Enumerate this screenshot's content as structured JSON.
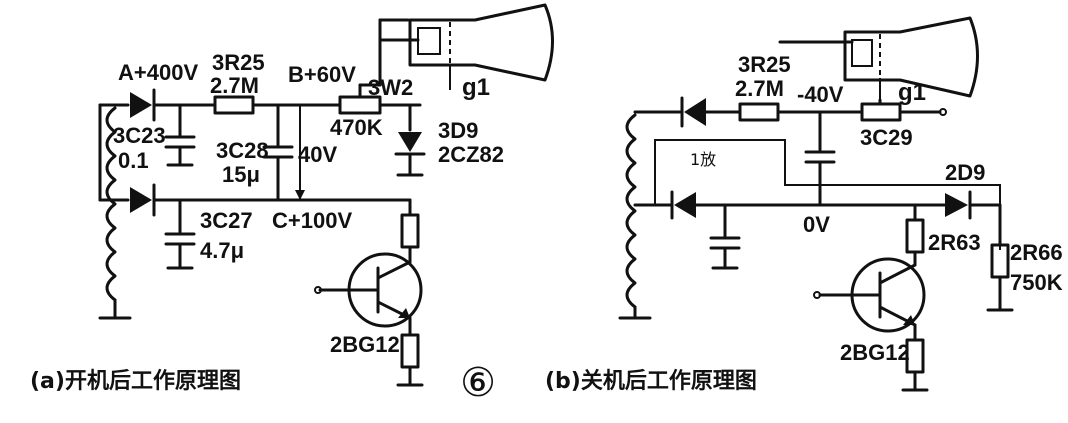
{
  "circuit_a": {
    "caption": "(a)开机后工作原理图",
    "node_a": "A+400V",
    "node_b": "B+60V",
    "node_c": "C+100V",
    "r25_name": "3R25",
    "r25_value": "2.7M",
    "w2_name": "3W2",
    "w2_value": "470K",
    "c23_name": "3C23",
    "c23_value": "0.1",
    "c28_name": "3C28",
    "c28_value": "15μ",
    "c28_voltage": "40V",
    "c27_name": "3C27",
    "c27_value": "4.7μ",
    "d9_name": "3D9",
    "d9_value": "2CZ82",
    "crt_label": "g1",
    "transistor": "2BG12"
  },
  "circuit_b": {
    "caption": "(b)关机后工作原理图",
    "r25_name": "3R25",
    "r25_value": "2.7M",
    "node_neg": "-40V",
    "node_zero": "0V",
    "crt_label": "g1",
    "c29_name": "3C29",
    "discharge_label": "1放",
    "d9_name": "2D9",
    "r63_name": "2R63",
    "r66_name": "2R66",
    "r66_value": "750K",
    "transistor": "2BG12"
  },
  "figure_number": "⑥"
}
